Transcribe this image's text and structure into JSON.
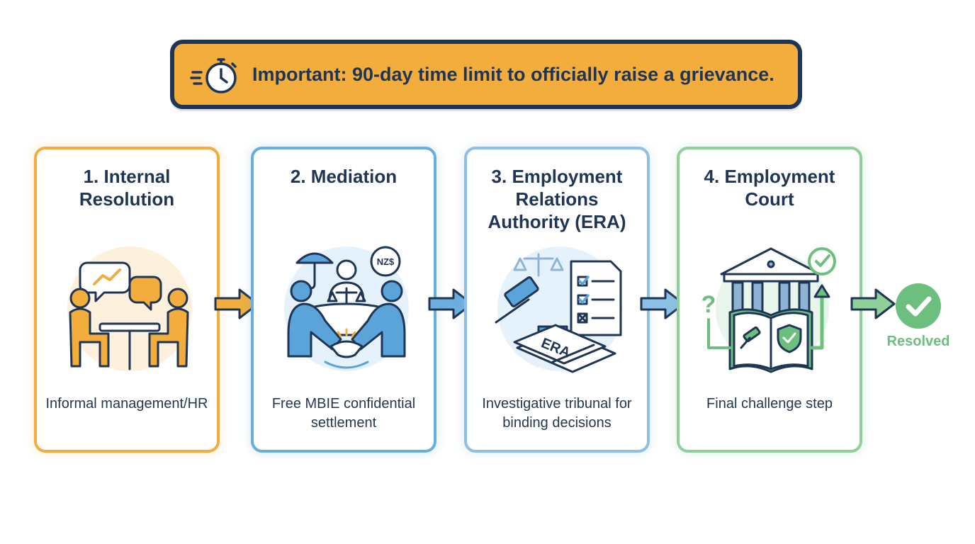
{
  "banner": {
    "text": "Important: 90-day time limit to officially raise a grievance.",
    "icon": "stopwatch-icon"
  },
  "steps": [
    {
      "title": "1. Internal Resolution",
      "description": "Informal management/HR",
      "icon": "meeting-table-icon",
      "color": "#f2ad3d"
    },
    {
      "title": "2. Mediation",
      "description": "Free MBIE confidential settlement",
      "icon": "mediation-handshake-icon",
      "badge": "NZ$",
      "color": "#6aaede"
    },
    {
      "title": "3. Employment Relations Authority (ERA)",
      "description": "Investigative tribunal for binding decisions",
      "icon": "gavel-document-icon",
      "badge": "ERA",
      "color": "#8cc0e6"
    },
    {
      "title": "4. Employment Court",
      "description": "Final challenge step",
      "icon": "courthouse-icon",
      "color": "#8fcf98"
    }
  ],
  "outcome": {
    "label": "Resolved",
    "icon": "check-circle-icon",
    "color": "#6cbf7c"
  },
  "colors": {
    "navy": "#1f3556",
    "orange": "#f2ad3d",
    "blue": "#5aa4d9",
    "green": "#6cbf7c"
  }
}
